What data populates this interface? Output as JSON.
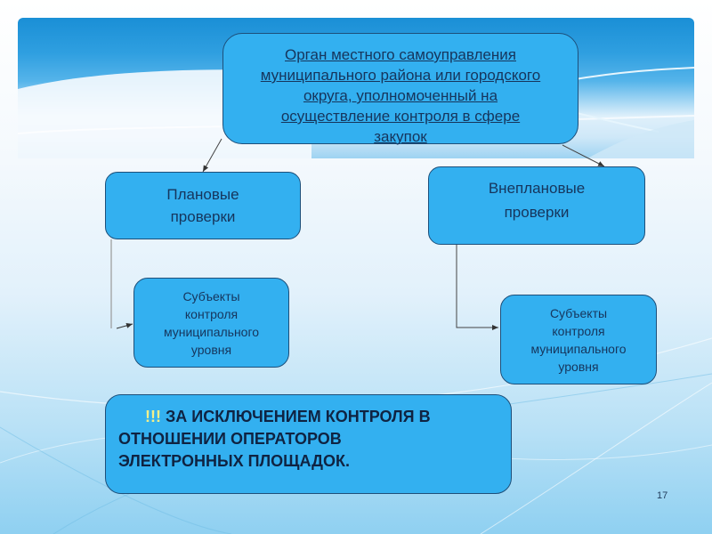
{
  "slide": {
    "page_number": "17",
    "colors": {
      "box_fill": "#33b0f0",
      "box_border": "#1d4f7a",
      "text_dark": "#16355c",
      "exclamation": "#f4f08a",
      "banner_blue": "#1a8fd6"
    }
  },
  "diagram": {
    "root": {
      "lines": [
        "Орган местного самоуправления",
        "муниципального района или городского",
        "округа, уполномоченный на",
        "осуществление  контроля в сфере",
        "закупок"
      ]
    },
    "planned": {
      "line1": "Плановые",
      "line2": "проверки"
    },
    "unplanned": {
      "line1": "Внеплановые",
      "line2": "проверки"
    },
    "subjects_left": {
      "lines": [
        "Субъекты",
        "контроля",
        "муниципального",
        "уровня"
      ]
    },
    "subjects_right": {
      "lines": [
        "Субъекты",
        "контроля",
        "муниципального",
        "уровня"
      ]
    },
    "note": {
      "exclamation": "!!!",
      "line1": "ЗА ИСКЛЮЧЕНИЕМ КОНТРОЛЯ В",
      "line2": "ОТНОШЕНИИ ОПЕРАТОРОВ",
      "line3": "ЭЛЕКТРОННЫХ ПЛОЩАДОК."
    },
    "edges": [
      {
        "from": "root",
        "to": "planned"
      },
      {
        "from": "root",
        "to": "unplanned"
      },
      {
        "from": "planned",
        "to": "subjects_left"
      },
      {
        "from": "unplanned",
        "to": "subjects_right"
      }
    ]
  }
}
